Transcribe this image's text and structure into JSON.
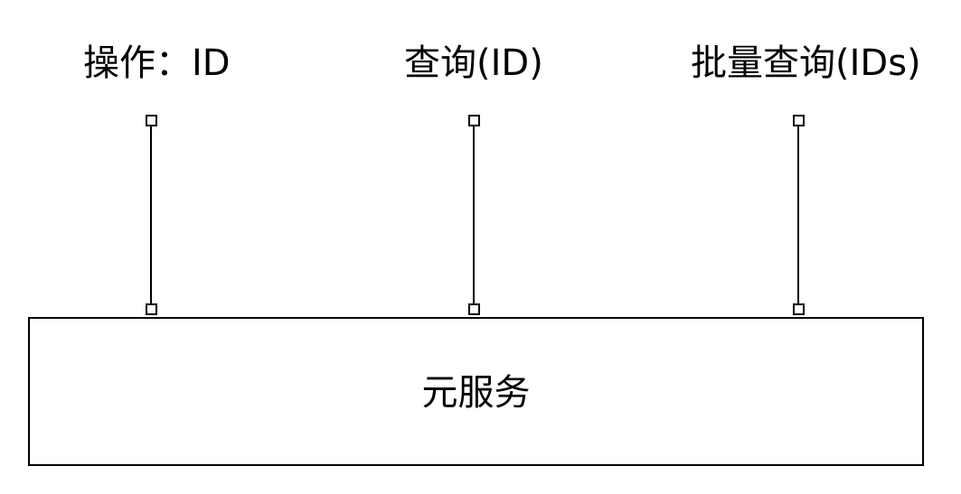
{
  "interfaces": [
    {
      "label": "操作：ID"
    },
    {
      "label": "查询(ID)"
    },
    {
      "label": "批量查询(IDs)"
    }
  ],
  "service": {
    "label": "元服务"
  },
  "colors": {
    "stroke": "#000000",
    "background": "#ffffff"
  }
}
